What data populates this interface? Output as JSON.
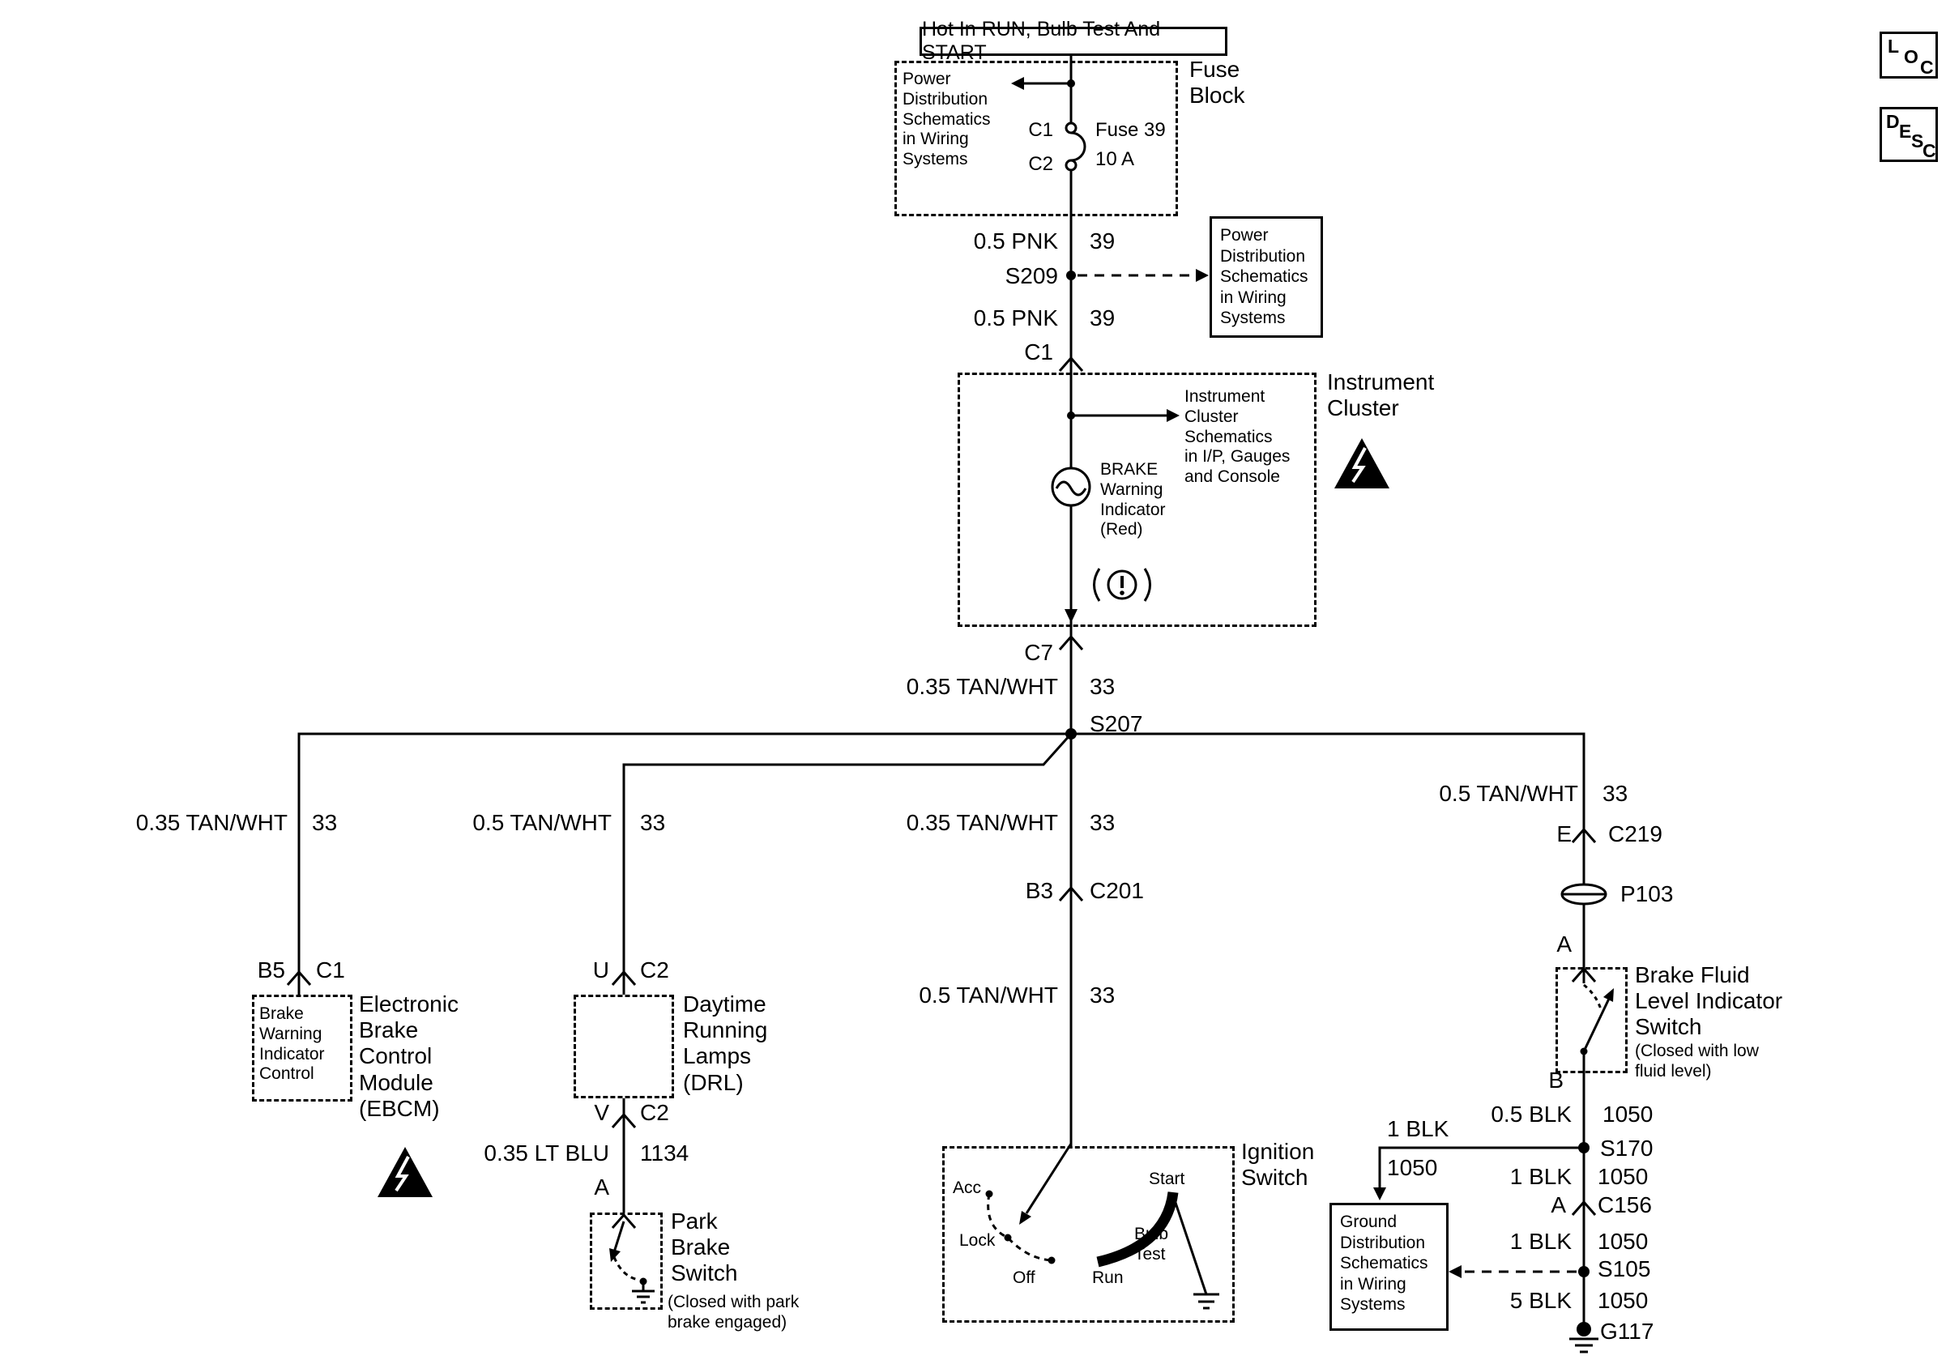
{
  "colors": {
    "line": "#000000",
    "background": "#ffffff"
  },
  "icons": {
    "splice": "filled-dot",
    "connector": "chevron",
    "ground": "ground-bars",
    "esd_notice": "esd-triangle",
    "bulb": "circle-filament",
    "brake_warning_lamp": "circle-exclamation",
    "pass_through": "grommet-ellipse",
    "fuse": "loop-between-terminals"
  },
  "banner": {
    "text": "Hot In RUN, Bulb Test And START"
  },
  "corner": {
    "loc": {
      "l1": "L",
      "l2": "O",
      "l3": "C"
    },
    "desc": {
      "l1": "D",
      "l2": "E",
      "l3": "S",
      "l4": "C"
    }
  },
  "fuse_block": {
    "label": "Fuse\nBlock",
    "note": "Power\nDistribution\nSchematics\nin Wiring\nSystems",
    "pin_c1": "C1",
    "pin_c2": "C2",
    "fuse_name": "Fuse 39",
    "fuse_rating": "10 A"
  },
  "feed": {
    "wire1_label": "0.5 PNK",
    "wire1_circuit": "39",
    "splice": "S209",
    "power_ref": "Power\nDistribution\nSchematics\nin Wiring\nSystems",
    "wire2_label": "0.5 PNK",
    "wire2_circuit": "39",
    "conn": "C1"
  },
  "cluster": {
    "label": "Instrument\nCluster",
    "ref": "Instrument\nCluster\nSchematics\nin I/P, Gauges\nand Console",
    "indicator": "BRAKE\nWarning\nIndicator\n(Red)",
    "conn_out": "C7"
  },
  "trunk": {
    "wire_label": "0.35 TAN/WHT",
    "wire_circuit": "33",
    "splice": "S207"
  },
  "ebcm": {
    "wire_label": "0.35 TAN/WHT",
    "wire_circuit": "33",
    "pin": "B5",
    "conn": "C1",
    "box_note": "Brake\nWarning\nIndicator\nControl",
    "label": "Electronic\nBrake\nControl\nModule\n(EBCM)"
  },
  "drl": {
    "wire_label": "0.5 TAN/WHT",
    "wire_circuit": "33",
    "pin_in": "U",
    "conn_in": "C2",
    "label": "Daytime\nRunning\nLamps\n(DRL)",
    "pin_out": "V",
    "conn_out": "C2",
    "wire2_label": "0.35 LT BLU",
    "wire2_circuit": "1134",
    "pin_sw": "A",
    "switch_label": "Park\nBrake\nSwitch",
    "switch_note": "(Closed with park\nbrake engaged)"
  },
  "ignition": {
    "wire_label": "0.35 TAN/WHT",
    "wire_circuit": "33",
    "pin": "B3",
    "conn": "C201",
    "wire2_label": "0.5 TAN/WHT",
    "wire2_circuit": "33",
    "label": "Ignition\nSwitch",
    "pos_acc": "Acc",
    "pos_lock": "Lock",
    "pos_off": "Off",
    "pos_run": "Run",
    "pos_bulb_test": "Bulb\nTest",
    "pos_start": "Start"
  },
  "fluid": {
    "wire_label": "0.5 TAN/WHT",
    "wire_circuit": "33",
    "pin_e": "E",
    "conn_e": "C219",
    "passthru": "P103",
    "pin_a": "A",
    "switch_label": "Brake Fluid\nLevel Indicator\nSwitch",
    "switch_note": "(Closed with low\nfluid level)",
    "pin_b": "B",
    "wire_b1_label": "0.5 BLK",
    "wire_b1_circuit": "1050",
    "splice1": "S170",
    "branch_label": "1 BLK",
    "branch_circuit": "1050",
    "ground_ref": "Ground\nDistribution\nSchematics\nin Wiring\nSystems",
    "wire_b2_label": "1 BLK",
    "wire_b2_circuit": "1050",
    "pin_a2": "A",
    "conn_c156": "C156",
    "wire_b3_label": "1 BLK",
    "wire_b3_circuit": "1050",
    "splice2": "S105",
    "wire_b4_label": "5 BLK",
    "wire_b4_circuit": "1050",
    "ground": "G117"
  }
}
